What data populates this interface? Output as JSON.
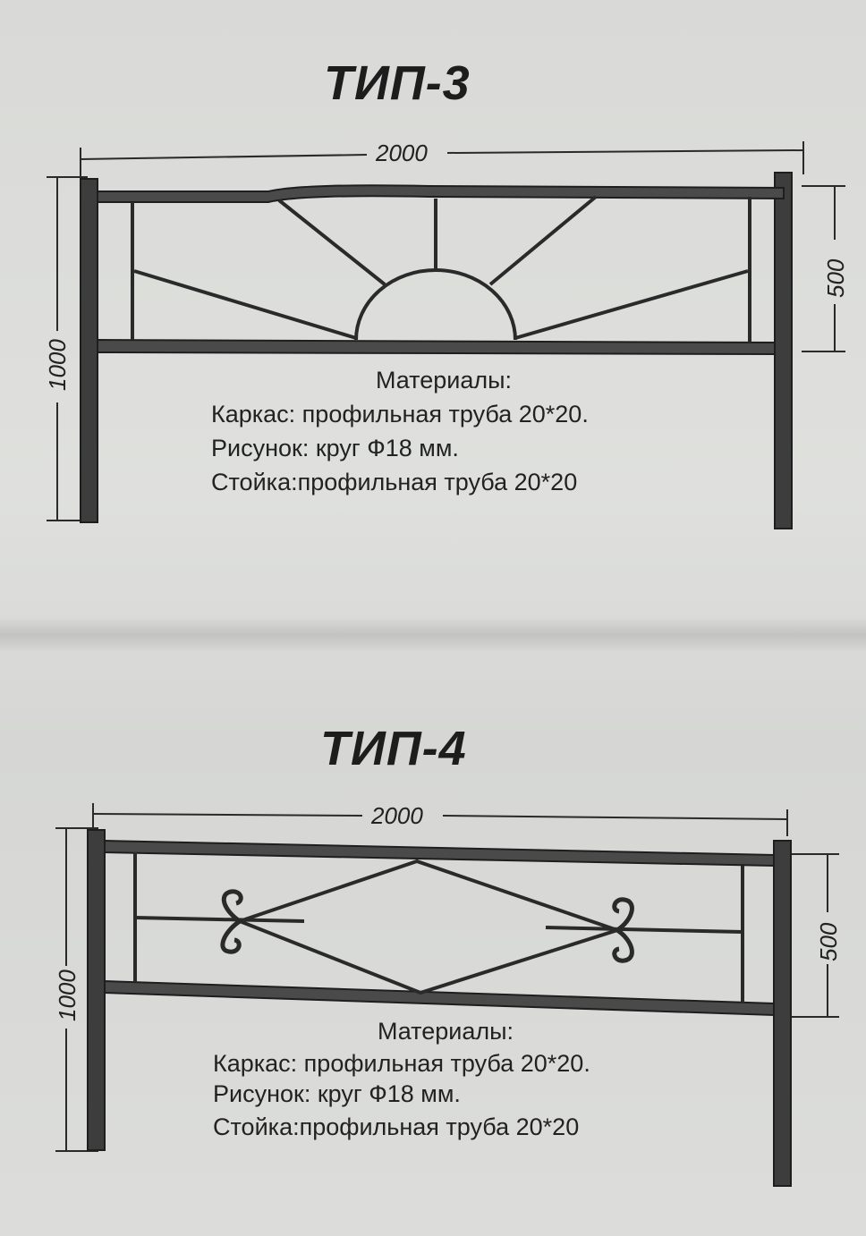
{
  "sections": [
    {
      "title": "ТИП-3",
      "width_dim": "2000",
      "height_dim": "1000",
      "panel_dim": "500",
      "materials": {
        "header": "Материалы:",
        "frame": "Каркас: профильная труба 20*20.",
        "pattern": "Рисунок: круг Ф18 мм.",
        "post": "Стойка:профильная труба 20*20"
      }
    },
    {
      "title": "ТИП-4",
      "width_dim": "2000",
      "height_dim": "1000",
      "panel_dim": "500",
      "materials": {
        "header": "Материалы:",
        "frame": "Каркас: профильная труба 20*20.",
        "pattern": "Рисунок: круг Ф18 мм.",
        "post": "Стойка:профильная труба 20*20"
      }
    }
  ]
}
